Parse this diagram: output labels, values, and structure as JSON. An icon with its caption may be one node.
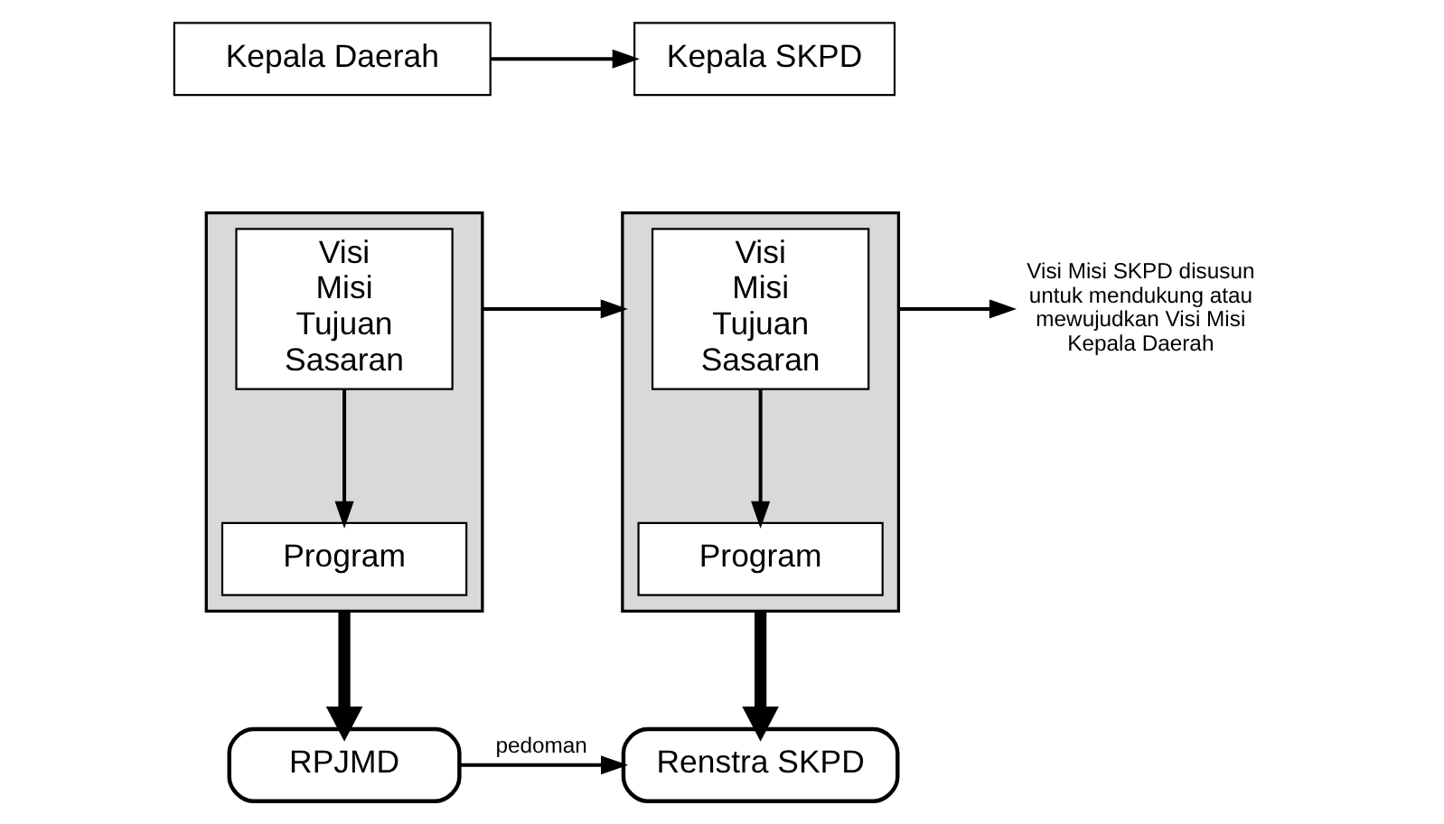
{
  "diagram": {
    "nodes": [
      {
        "text": [
          "Kepala Daerah"
        ]
      },
      {
        "text": [
          "Kepala SKPD"
        ]
      },
      {
        "text": [],
        "shape": "box"
      },
      {
        "text": [
          "Visi Misi Tujuan Sasaran"
        ],
        "in": 2
      },
      {
        "text": [
          "Program"
        ],
        "in": 2
      },
      {
        "text": [],
        "shape": "box"
      },
      {
        "text": [
          "Visi Misi Tujuan Sasaran"
        ],
        "in": 5
      },
      {
        "text": [
          "Program"
        ],
        "in": 5
      },
      {
        "text": [
          "RPJMD"
        ]
      },
      {
        "text": [
          "Renstra SKPD"
        ]
      },
      {
        "text": [
          "Visi Misi SKPD disusun untuk mendukung atau mewujudkan Visi Misi Kepala Daerah"
        ]
      }
    ],
    "edges": [
      {
        "from": 0,
        "to": 1,
        "arrow": "to"
      },
      {
        "from": 3,
        "to": 4,
        "arrow": "to"
      },
      {
        "from": 2,
        "to": 5,
        "arrow": "to"
      },
      {
        "from": 6,
        "to": 7,
        "arrow": "to"
      },
      {
        "from": 5,
        "to": 10,
        "arrow": "to"
      },
      {
        "from": 2,
        "to": 8,
        "arrow": "to",
        "style": "thick"
      },
      {
        "from": 5,
        "to": 9,
        "arrow": "to",
        "style": "thick"
      },
      {
        "from": 8,
        "to": 9,
        "arrow": "to",
        "label": "pedoman"
      }
    ]
  }
}
